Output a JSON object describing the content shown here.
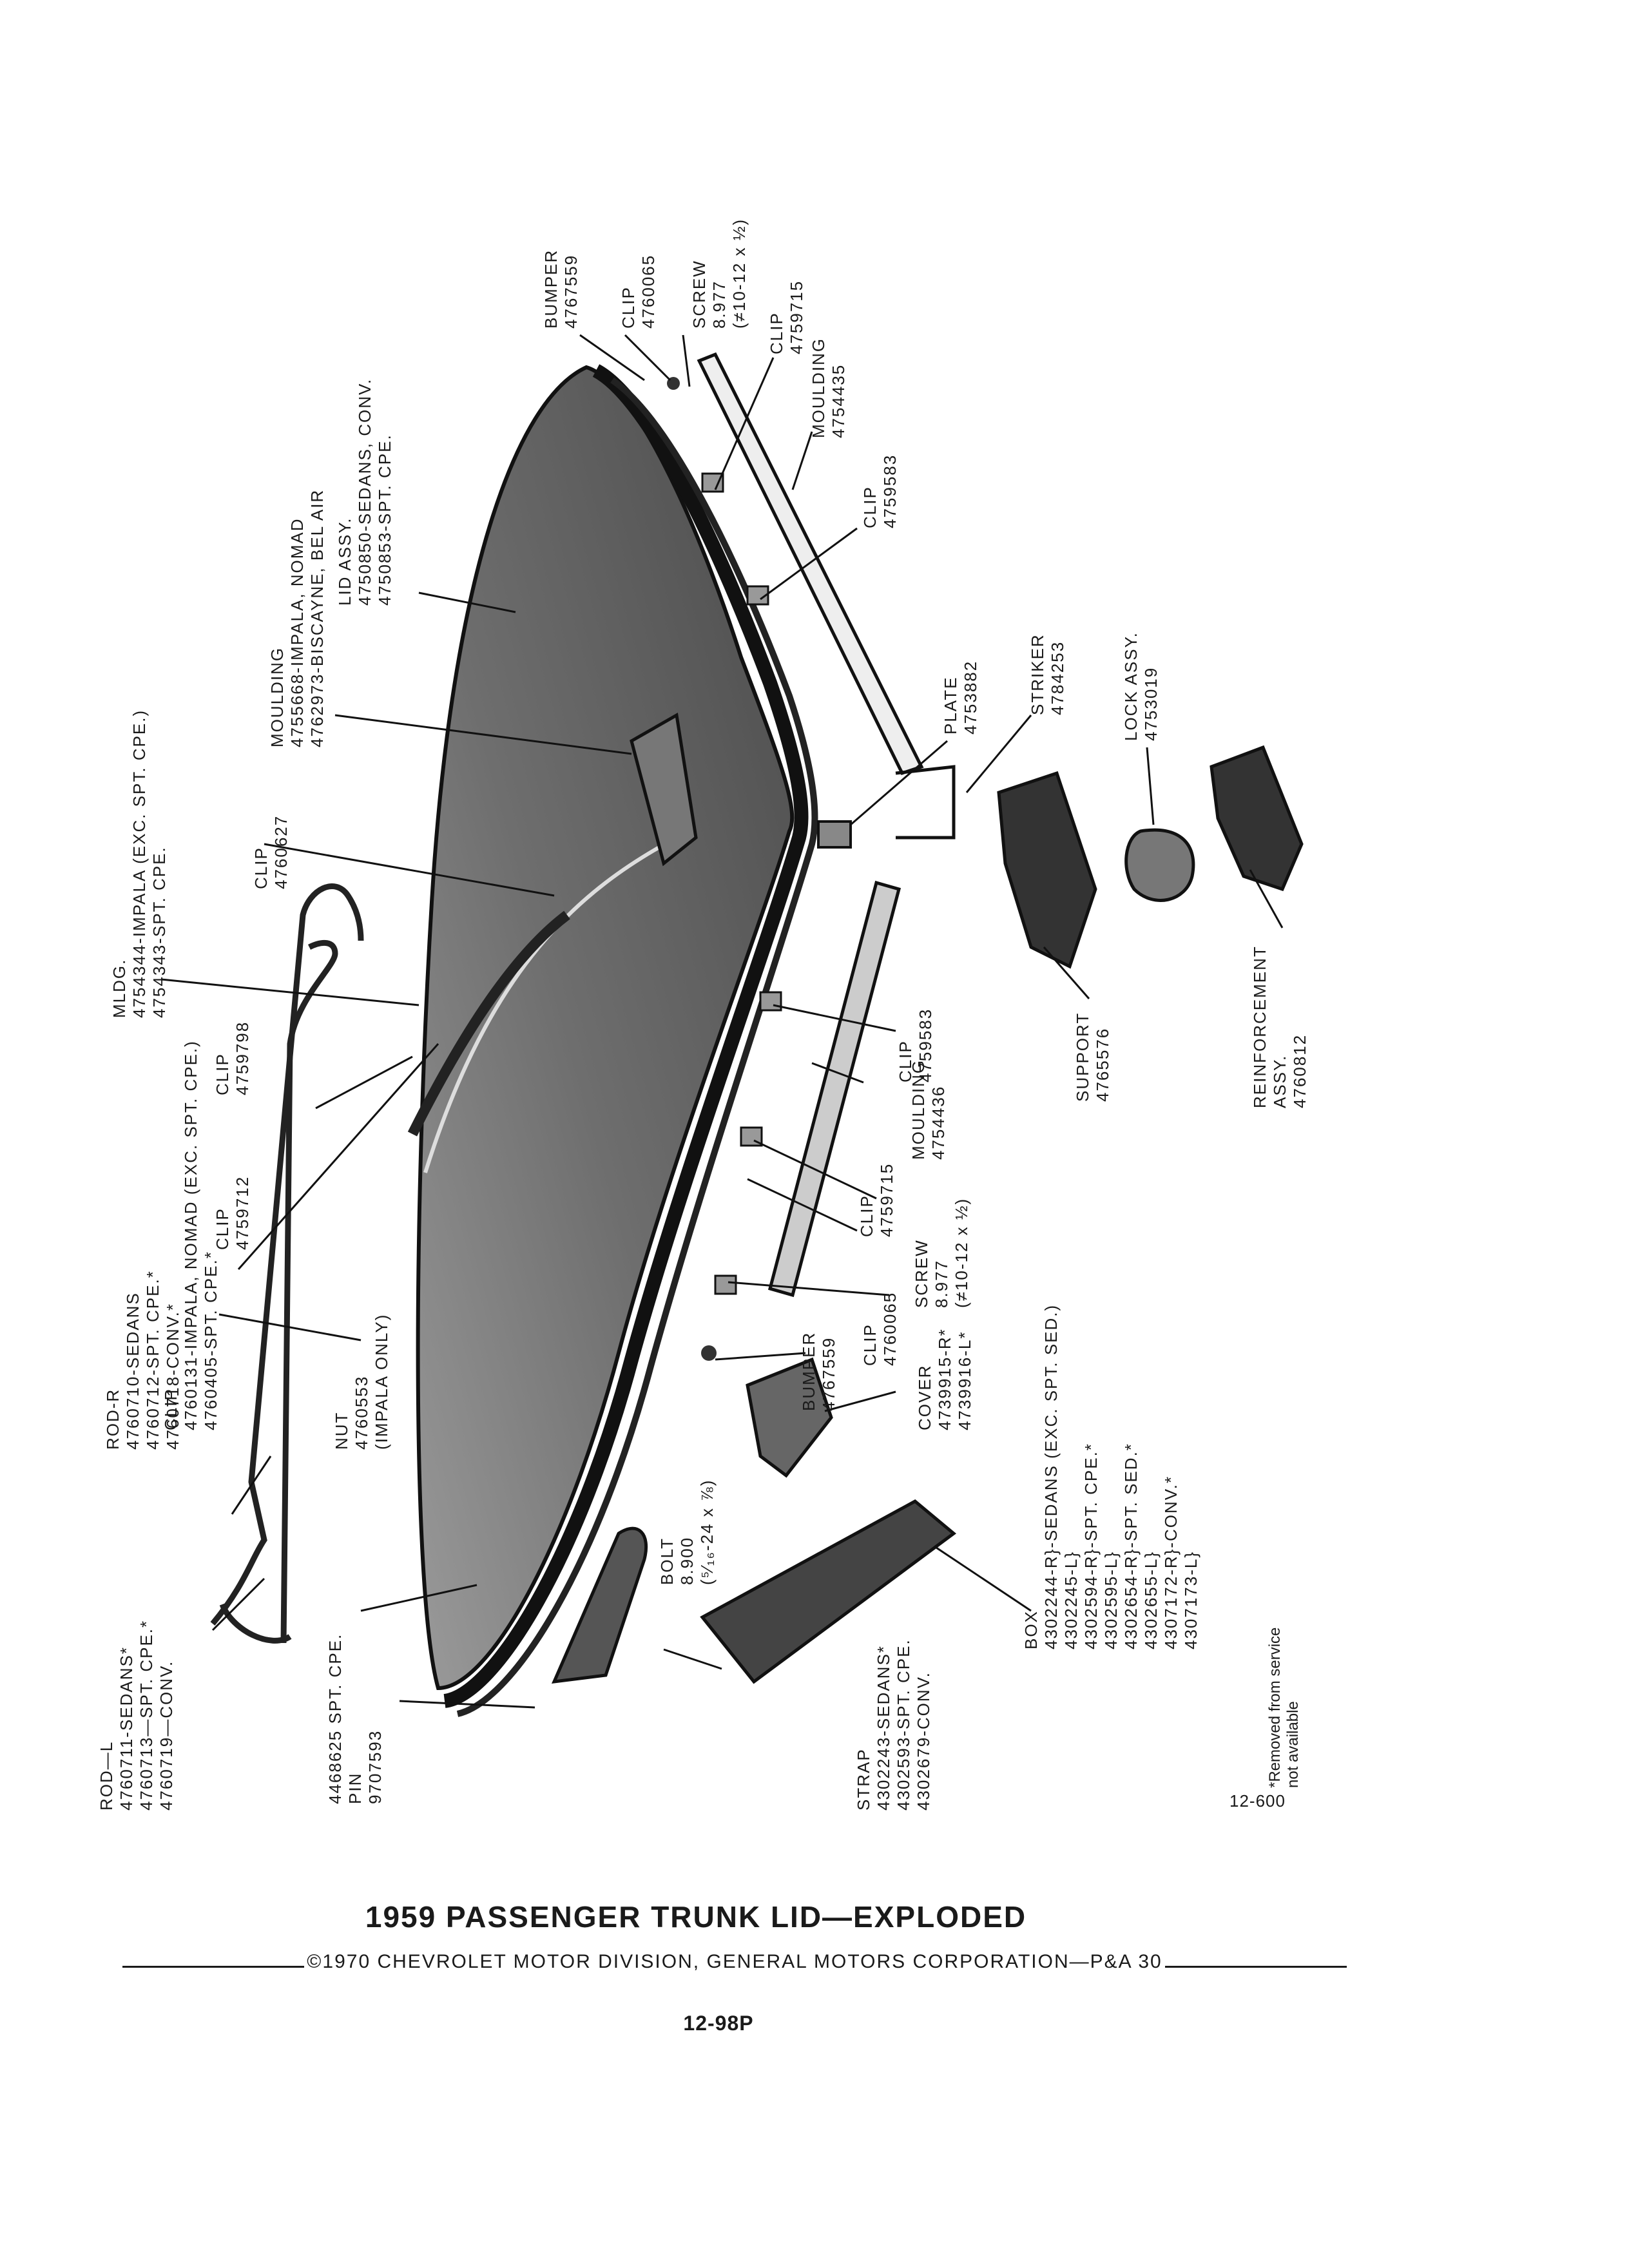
{
  "figure": {
    "title": "1959 PASSENGER TRUNK LID—EXPLODED",
    "copyright": "©1970 CHEVROLET MOTOR DIVISION, GENERAL MOTORS CORPORATION—P&A 30",
    "page_number": "12-98P",
    "drawing_code": "12-600",
    "footnote": [
      "*Removed from service",
      "not available"
    ]
  },
  "callouts": {
    "rod": [
      "ROD—L",
      "4760711-SEDANS*",
      "4760713—SPT. CPE.*",
      "4760719—CONV."
    ],
    "rod_r": [
      "ROD-R",
      "4760710-SEDANS",
      "4760712-SPT. CPE.*",
      "4760718-CONV.*"
    ],
    "clip_rod": [
      "CLIP",
      "4760131-IMPALA, NOMAD (EXC. SPT. CPE.)",
      "4760405-SPT. CPE.*"
    ],
    "clip_4759712": [
      "CLIP",
      "4759712"
    ],
    "clip_4759798": [
      "CLIP",
      "4759798"
    ],
    "mldg": [
      "MLDG.",
      "4754344-IMPALA (EXC. SPT. CPE.)",
      "4754343-SPT. CPE."
    ],
    "clip_4760627": [
      "CLIP",
      "4760627"
    ],
    "moulding_lid": [
      "MOULDING",
      "4755668-IMPALA, NOMAD",
      "4762973-BISCAYNE, BEL AIR"
    ],
    "lid_assy": [
      "LID ASSY.",
      "4750850-SEDANS, CONV.",
      "4750853-SPT. CPE."
    ],
    "bumper_top": [
      "BUMPER",
      "4767559"
    ],
    "clip_top": [
      "CLIP",
      "4760065"
    ],
    "screw_top": [
      "SCREW",
      "8.977",
      "(≠10-12 x ½)"
    ],
    "clip_4759715_top": [
      "CLIP",
      "4759715"
    ],
    "moulding_4754435": [
      "MOULDING",
      "4754435"
    ],
    "clip_4759583_top": [
      "CLIP",
      "4759583"
    ],
    "plate": [
      "PLATE",
      "4753882"
    ],
    "striker": [
      "STRIKER",
      "4784253"
    ],
    "lock": [
      "LOCK ASSY.",
      "4753019"
    ],
    "support": [
      "SUPPORT",
      "4765576"
    ],
    "reinforcement": [
      "REINFORCEMENT",
      "ASSY.",
      "4760812"
    ],
    "clip_4759583_bot": [
      "CLIP",
      "4759583"
    ],
    "moulding_4754436": [
      "MOULDING",
      "4754436"
    ],
    "clip_4759715_bot": [
      "CLIP",
      "4759715"
    ],
    "screw_bot": [
      "SCREW",
      "8.977",
      "(≠10-12 x ½)"
    ],
    "clip_4760065_bot": [
      "CLIP",
      "4760065"
    ],
    "bumper_bot": [
      "BUMPER",
      "4767559"
    ],
    "cover": [
      "COVER",
      "4739915-R*",
      "4739916-L*"
    ],
    "nut": [
      "NUT",
      "4760553",
      "(IMPALA ONLY)"
    ],
    "bolt": [
      "BOLT",
      "8.900",
      "(⁵⁄₁₆-24 x ⅞)"
    ],
    "pin": [
      "4468625 SPT. CPE.",
      "PIN",
      "9707593"
    ],
    "strap": [
      "STRAP",
      "4302243-SEDANS*",
      "4302593-SPT. CPE.",
      "4302679-CONV."
    ],
    "box": [
      "BOX",
      "4302244-R}-SEDANS (EXC. SPT. SED.)",
      "4302245-L}",
      "4302594-R}-SPT. CPE.*",
      "4302595-L}",
      "4302654-R}-SPT. SED.*",
      "4302655-L}",
      "4307172-R}-CONV.*",
      "4307173-L}"
    ]
  }
}
